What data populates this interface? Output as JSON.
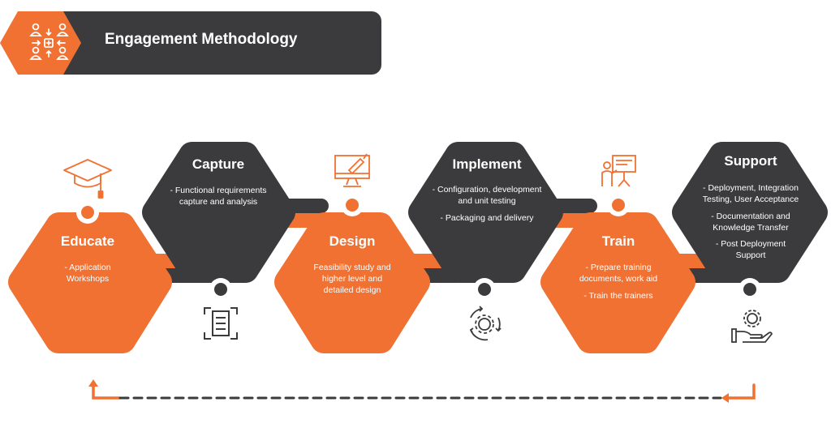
{
  "banner": {
    "title": "Engagement Methodology",
    "icon": "team-collaboration-icon"
  },
  "colors": {
    "orange": "#f07132",
    "dark": "#3b3b3d",
    "white": "#ffffff"
  },
  "phases": [
    {
      "title": "Educate",
      "color": "orange",
      "icon": "graduation-cap-icon",
      "desc": [
        "- Application",
        "Workshops"
      ]
    },
    {
      "title": "Capture",
      "color": "dark",
      "icon": "document-scan-icon",
      "desc": [
        "- Functional requirements",
        "capture and analysis"
      ]
    },
    {
      "title": "Design",
      "color": "orange",
      "icon": "monitor-design-icon",
      "desc": [
        "Feasibility study and",
        "higher level and",
        "detailed design"
      ]
    },
    {
      "title": "Implement",
      "color": "dark",
      "icon": "gear-cycle-icon",
      "desc": [
        "- Configuration, development",
        "and unit testing",
        "",
        "- Packaging and delivery"
      ]
    },
    {
      "title": "Train",
      "color": "orange",
      "icon": "presenter-board-icon",
      "desc": [
        "- Prepare training",
        "documents, work aid",
        "",
        "- Train the trainers"
      ]
    },
    {
      "title": "Support",
      "color": "dark",
      "icon": "hand-gear-support-icon",
      "desc": [
        "- Deployment, Integration",
        "Testing, User Acceptance",
        "",
        "- Documentation and",
        "Knowledge Transfer",
        "",
        "- Post Deployment",
        "Support"
      ]
    }
  ],
  "loop": {
    "style": "dashed",
    "direction": "back-to-start"
  }
}
